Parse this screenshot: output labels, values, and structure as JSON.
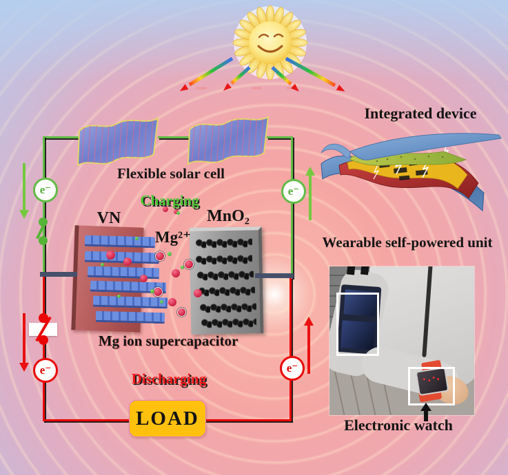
{
  "solar": {
    "caption": "Flexible solar cell"
  },
  "circuit": {
    "charging_label": "Charging",
    "discharging_label": "Discharging",
    "electron_symbol": "e⁻",
    "load_label": "LOAD",
    "charge_wire_color": "#62bc46",
    "discharge_wire_color": "#ea0606"
  },
  "supercapacitor": {
    "anode_label": "VN",
    "cathode_label": "MnO₂",
    "ion_label": "Mg²⁺",
    "caption": "Mg ion supercapacitor"
  },
  "integrated": {
    "title": "Integrated device",
    "subtitle": "Wearable self-powered unit"
  },
  "photo": {
    "caption": "Electronic watch"
  },
  "colors": {
    "load_bg": "#ffc10e",
    "charging_text": "#46c832",
    "discharging_text": "#f01616",
    "background_center": "#ffffff",
    "background_ring": "#f5a6a4"
  }
}
